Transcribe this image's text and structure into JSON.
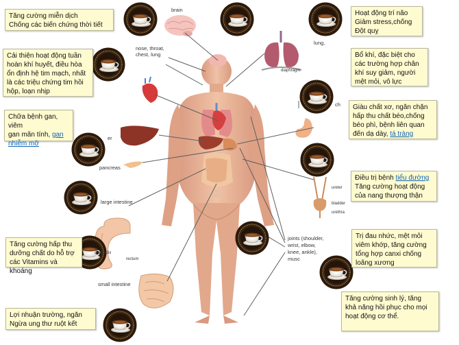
{
  "notes": {
    "immune": {
      "line1": "Tăng cường miễn dịch",
      "line2": "Chống các biến chứng thời tiết"
    },
    "heart": {
      "line1": "Cải thiện hoạt động tuần",
      "line2": "hoàn khí huyết, điều hòa",
      "line3": "ổn định hệ tim mạch, nhất",
      "line4": "là các triệu chứng tim hồi",
      "line5": "hộp, loạn nhịp"
    },
    "liver": {
      "line1": "Chữa bệnh gan, viêm",
      "line2": "gan mãn tính,",
      "link1": "gan",
      "link2": "nhiễm mỡ"
    },
    "absorb": {
      "line1": "Tăng cường hấp thu",
      "line2": "dưỡng chất do hỗ trợ",
      "line3": "các Vitamins và khoáng"
    },
    "intestine": {
      "line1": "Lợi nhuận trường, ngăn",
      "line2": "Ngừa ung thư ruột kết"
    },
    "brain": {
      "line1": "Hoạt động trí não",
      "line2": "Giảm stress,chống",
      "line3": "Đột quỵ"
    },
    "lung": {
      "line1": "Bổ khí, đặc biệt cho",
      "line2": "các trường hợp chân",
      "line3": "khí suy giảm, người",
      "line4": "mệt mỏi, vô lực"
    },
    "stomach": {
      "line1": "Giàu chất xơ, ngăn chặn",
      "line2": "hấp thu chất béo,chống",
      "line3": "béo phì, bệnh liên quan",
      "line4": "đến dạ dày,",
      "link": "tá tràng"
    },
    "diabetes": {
      "line1a": "Điều trị bệnh",
      "link": "tiểu đường",
      "line2": "Tăng cường hoạt động",
      "line3": "của nang thượng thận"
    },
    "joints": {
      "line1": "Trị đau nhức, mệt mỏi",
      "line2": "viêm khớp, tăng cường",
      "line3": "tổng hợp canxi chống",
      "line4": "loãng xương"
    },
    "vitality": {
      "line1": "Tăng cường sinh lý, tăng",
      "line2": "khả năng hồi phục cho mọi",
      "line3": "hoạt động cơ thể."
    }
  },
  "labels": {
    "brain": "brain",
    "nose": "nose, throat,",
    "chest": "chest, lung",
    "lung": "lung,",
    "diaphragm": "diaphragm",
    "ch": "ch",
    "er": "er",
    "pancreas": "pancreas",
    "large_intestine": "large intestine",
    "appendix": "appendix",
    "rectum": "rectum",
    "small_intestine": "small intestine",
    "ureter": "ureter",
    "bladder": "bladder",
    "urethra": "urethra",
    "joints1": "joints (shoulder,",
    "joints2": "wrist, elbow,",
    "joints3": "knee, ankle),",
    "joints4": "musc"
  },
  "colors": {
    "note_bg": "#fffbd0",
    "link": "#0b63b4",
    "skin": "#e8b49a",
    "coffee_ring": "#2b1a0c"
  },
  "icons": {
    "badge": "coffee-cup-icon"
  }
}
